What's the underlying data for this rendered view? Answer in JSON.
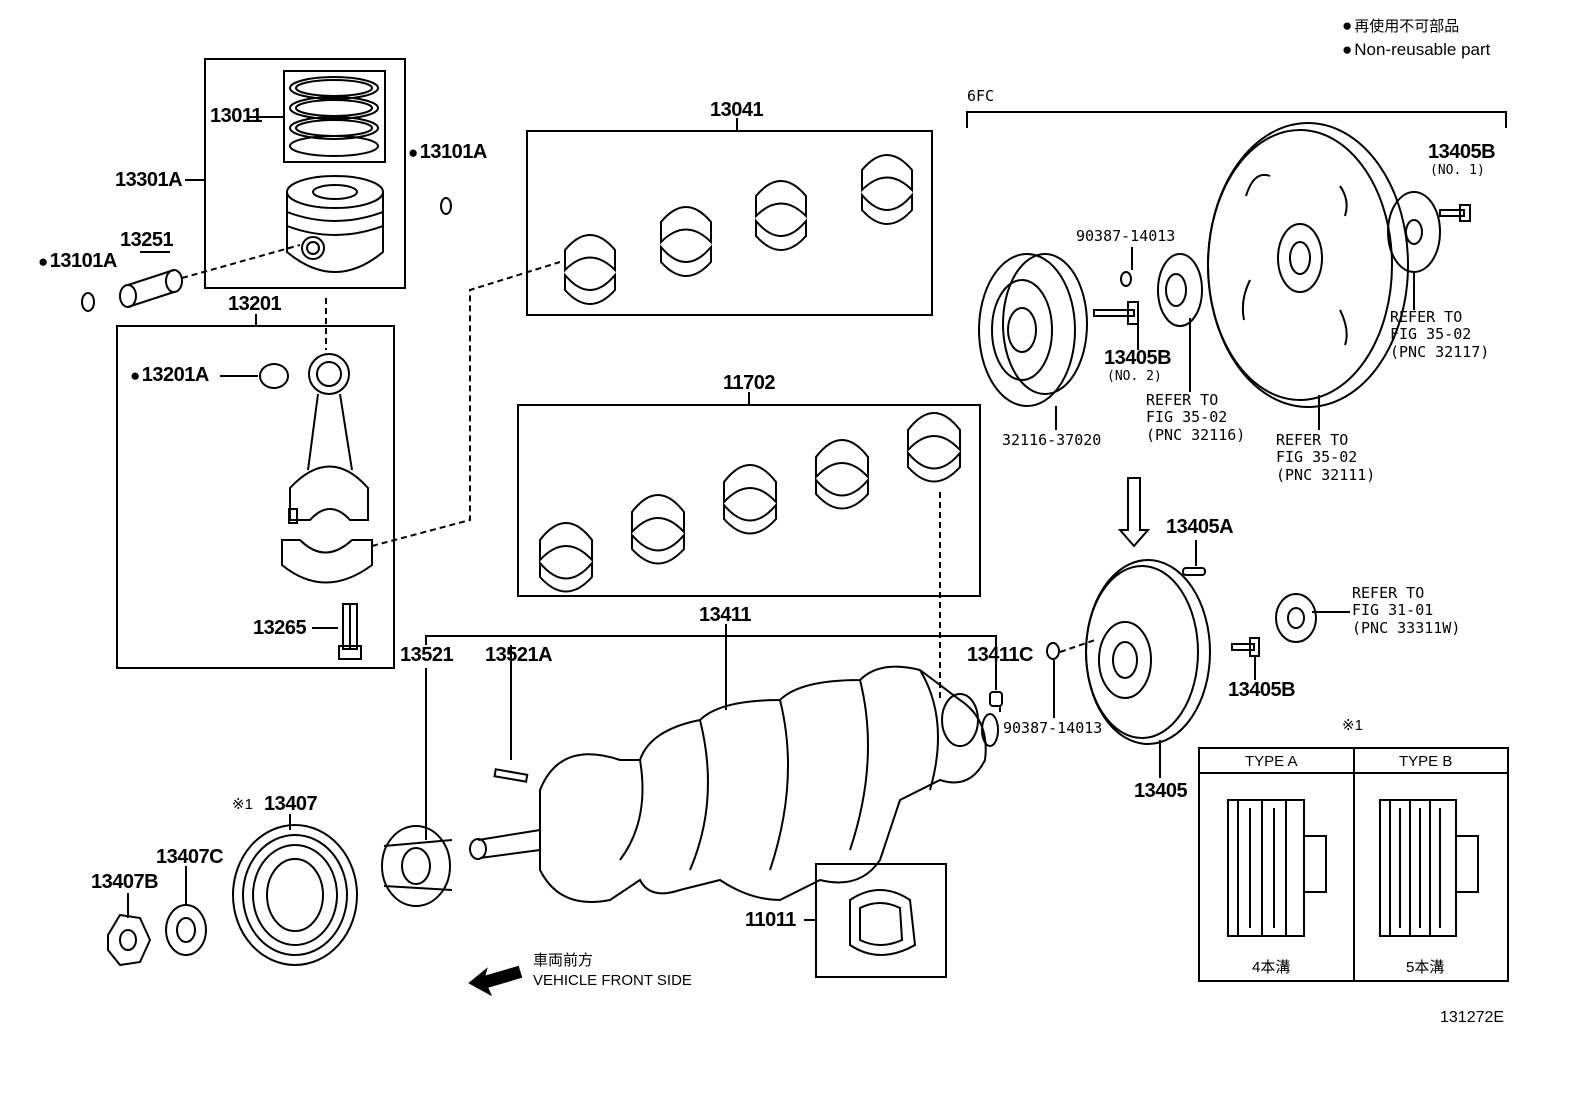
{
  "legend": {
    "jp": "再使用不可部品",
    "en": "Non-reusable part"
  },
  "labels": {
    "p13011": "13011",
    "p13301A": "13301A",
    "p13101A_r": "13101A",
    "p13251": "13251",
    "p13101A_l": "13101A",
    "p13201": "13201",
    "p13201A": "13201A",
    "p13265": "13265",
    "p13041": "13041",
    "p11702": "11702",
    "p13411": "13411",
    "p13521": "13521",
    "p13521A": "13521A",
    "p13411C": "13411C",
    "p13407": "13407",
    "p13407C": "13407C",
    "p13407B": "13407B",
    "p11011": "11011",
    "p6FC": "6FC",
    "p90387_top": "90387-14013",
    "p13405B_no2": "13405B",
    "no2": "(NO. 2)",
    "p32116": "32116-37020",
    "refer_32116": [
      "REFER TO",
      "FIG 35-02",
      "(PNC 32116)"
    ],
    "refer_32111": [
      "REFER TO",
      "FIG 35-02",
      "(PNC 32111)"
    ],
    "p13405B_no1": "13405B",
    "no1": "(NO. 1)",
    "refer_32117": [
      "REFER TO",
      "FIG 35-02",
      "(PNC 32117)"
    ],
    "p13405A": "13405A",
    "refer_33311W": [
      "REFER TO",
      "FIG 31-01",
      "(PNC 33311W)"
    ],
    "p13405B_low": "13405B",
    "p90387_low": "90387-14013",
    "p13405": "13405",
    "note_mark": "※1",
    "type_a": "TYPE A",
    "type_b": "TYPE B",
    "grooves_4": "4本溝",
    "grooves_5": "5本溝",
    "front_jp": "車両前方",
    "front_en": "VEHICLE FRONT SIDE",
    "fig_id": "131272E"
  }
}
